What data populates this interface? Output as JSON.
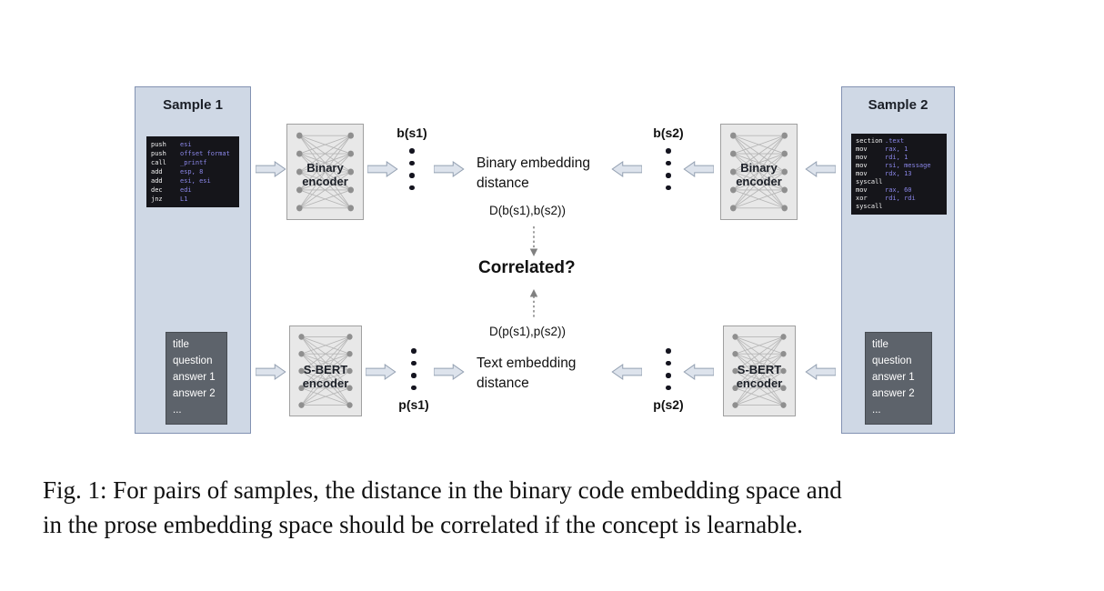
{
  "diagram": {
    "sample1": {
      "title": "Sample 1",
      "code_lines": [
        {
          "mnemonic": "push",
          "operands": "esi"
        },
        {
          "mnemonic": "push",
          "operands": "offset format"
        },
        {
          "mnemonic": "call",
          "operands": "_printf"
        },
        {
          "mnemonic": "add",
          "operands": "esp, 8"
        },
        {
          "mnemonic": "add",
          "operands": "esi, esi"
        },
        {
          "mnemonic": "dec",
          "operands": "edi"
        },
        {
          "mnemonic": "jnz",
          "operands": "L1"
        }
      ],
      "prose_lines": [
        "title",
        "question",
        "answer 1",
        "answer 2",
        "..."
      ]
    },
    "sample2": {
      "title": "Sample 2",
      "code_lines": [
        {
          "mnemonic": "section",
          "operands": ".text"
        },
        {
          "mnemonic": "mov",
          "operands": "rax, 1"
        },
        {
          "mnemonic": "mov",
          "operands": "rdi, 1"
        },
        {
          "mnemonic": "mov",
          "operands": "rsi, message"
        },
        {
          "mnemonic": "mov",
          "operands": "rdx, 13"
        },
        {
          "mnemonic": "syscall",
          "operands": ""
        },
        {
          "mnemonic": "mov",
          "operands": "rax, 60"
        },
        {
          "mnemonic": "xor",
          "operands": "rdi, rdi"
        },
        {
          "mnemonic": "syscall",
          "operands": ""
        }
      ],
      "prose_lines": [
        "title",
        "question",
        "answer 1",
        "answer 2",
        "..."
      ]
    },
    "binary_encoder_label": "Binary\nencoder",
    "sbert_encoder_label": "S-BERT\nencoder",
    "vectors": {
      "b_s1": "b(s1)",
      "b_s2": "b(s2)",
      "p_s1": "p(s1)",
      "p_s2": "p(s2)"
    },
    "center": {
      "binary_distance_label": "Binary embedding\ndistance",
      "binary_distance_formula": "D(b(s1),b(s2))",
      "correlated_label": "Correlated?",
      "text_distance_formula": "D(p(s1),p(s2))",
      "text_distance_label": "Text embedding\ndistance"
    },
    "colors": {
      "sample_box_fill": "#cfd8e5",
      "sample_box_border": "#8292b2",
      "encoder_fill": "#e8e8e8",
      "encoder_border": "#a0a0a0",
      "arrow_fill": "#dde3ec",
      "arrow_border": "#94a1b2",
      "code_bg": "#15151a",
      "code_operand_color": "#8a86e8",
      "prose_bg": "#5d636b"
    }
  },
  "caption": {
    "text": "Fig. 1: For pairs of samples, the distance in the binary code embedding space and\nin the prose embedding space should be correlated if the concept is learnable."
  }
}
